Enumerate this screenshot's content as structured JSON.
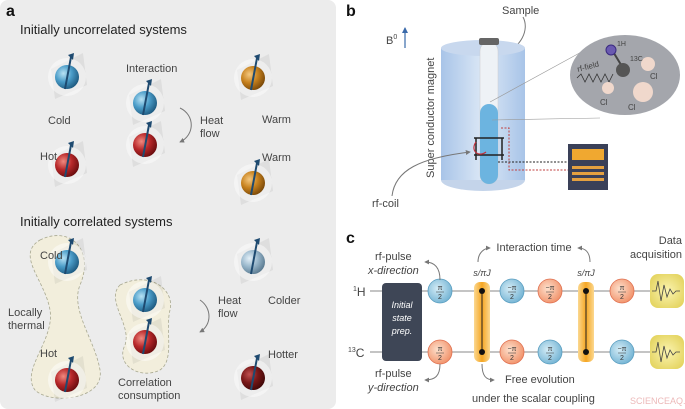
{
  "panel_a": {
    "letter": "a",
    "uncorrelated_title": "Initially uncorrelated systems",
    "correlated_title": "Initially correlated systems",
    "cold": "Cold",
    "hot": "Hot",
    "warm_1": "Warm",
    "warm_2": "Warm",
    "interaction": "Interaction",
    "heat_flow_1": [
      "Heat",
      "flow"
    ],
    "cold_2": "Cold",
    "hot_2": "Hot",
    "locally_thermal": [
      "Locally",
      "thermal"
    ],
    "heat_flow_2": [
      "Heat",
      "flow"
    ],
    "correlation_consumption": [
      "Correlation",
      "consumption"
    ],
    "colder": "Colder",
    "hotter": "Hotter",
    "colors": {
      "cold": "#4a9cc8",
      "hot": "#b8282a",
      "warm": "#c8821e",
      "colder": "#9ab8cc",
      "hotter": "#7a1818",
      "background": "#ececec"
    }
  },
  "panel_b": {
    "letter": "b",
    "sample": "Sample",
    "b0": "B",
    "b0_sup": "0",
    "magnet": "Super conductor magnet",
    "rf_coil": "rf-coil",
    "molecule": {
      "rf_field": "rf-field",
      "h": "1H",
      "c": "13C",
      "cl": [
        "Cl",
        "Cl",
        "Cl"
      ]
    }
  },
  "panel_c": {
    "letter": "c",
    "h_label": "H",
    "h_sup": "1",
    "c_label": "C",
    "c_sup": "13",
    "initial_state": [
      "Initial",
      "state",
      "prep."
    ],
    "rf_x": [
      "rf-pulse",
      "x-direction"
    ],
    "rf_y": [
      "rf-pulse",
      "y-direction"
    ],
    "interaction_time": "Interaction time",
    "coupling": "s/πJ",
    "free_evolution": [
      "Free evolution",
      "under the scalar coupling"
    ],
    "data_acquisition": [
      "Data",
      "acquisition"
    ],
    "h_pulses": [
      {
        "num": "π",
        "den": "2",
        "color": "blue"
      },
      {
        "num": "−π",
        "den": "2",
        "color": "blue"
      },
      {
        "num": "−π",
        "den": "2",
        "color": "red"
      },
      {
        "num": "π",
        "den": "2",
        "color": "red"
      }
    ],
    "c_pulses": [
      {
        "num": "π",
        "den": "2",
        "color": "red"
      },
      {
        "num": "−π",
        "den": "2",
        "color": "red"
      },
      {
        "num": "π",
        "den": "2",
        "color": "blue"
      },
      {
        "num": "−π",
        "den": "2",
        "color": "blue"
      }
    ]
  },
  "watermark": "SCIENCEAQ.COM"
}
